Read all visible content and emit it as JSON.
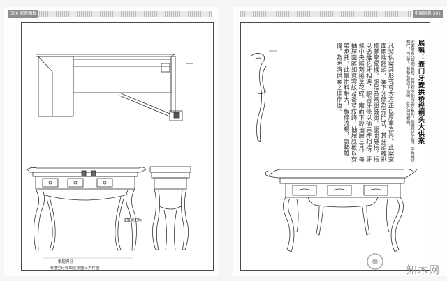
{
  "left_page": {
    "page_number": "300",
    "running_head": "家具图解",
    "drawing_caption": "案腿與牙",
    "note_top": "案腿旁板",
    "note_bottom_1": "案腿與牙",
    "note_bottom_2": "用鏤空牙條頭接案腿三大件圖"
  },
  "right_page": {
    "page_number": "301",
    "running_head": "中国家具",
    "title": "展製：壸门牙夔拱桥桯桐头大供案",
    "printed_text": "此案附有凸出的角棱，其拱桥不能突出牙板外，需保持在此限，平角用结构严，可以平，背板在框以上边缘，此外可加横棱。",
    "handwritten_text": "凡製供案其形式尊大方正以厚重為尚。此案案面兩端翹頭，案下牙條為壸門式，其牙頭雕拱橋夔龍紋樣，腿足為彎腿鼓腿，腿間施棖，棖以透雕花牙相連，腿與牙條以插肩榫相接，牙條中央雕刻捲草花紋。案面下設抽屜三具，每抽屜面雕如意雲紋及番草紋飾，抽屜底板以穿帶承托。此案用料粗大，線條流暢，氣勢雄偉，為明清供案之佳作也。"
  },
  "watermark": {
    "text": "知木网"
  }
}
